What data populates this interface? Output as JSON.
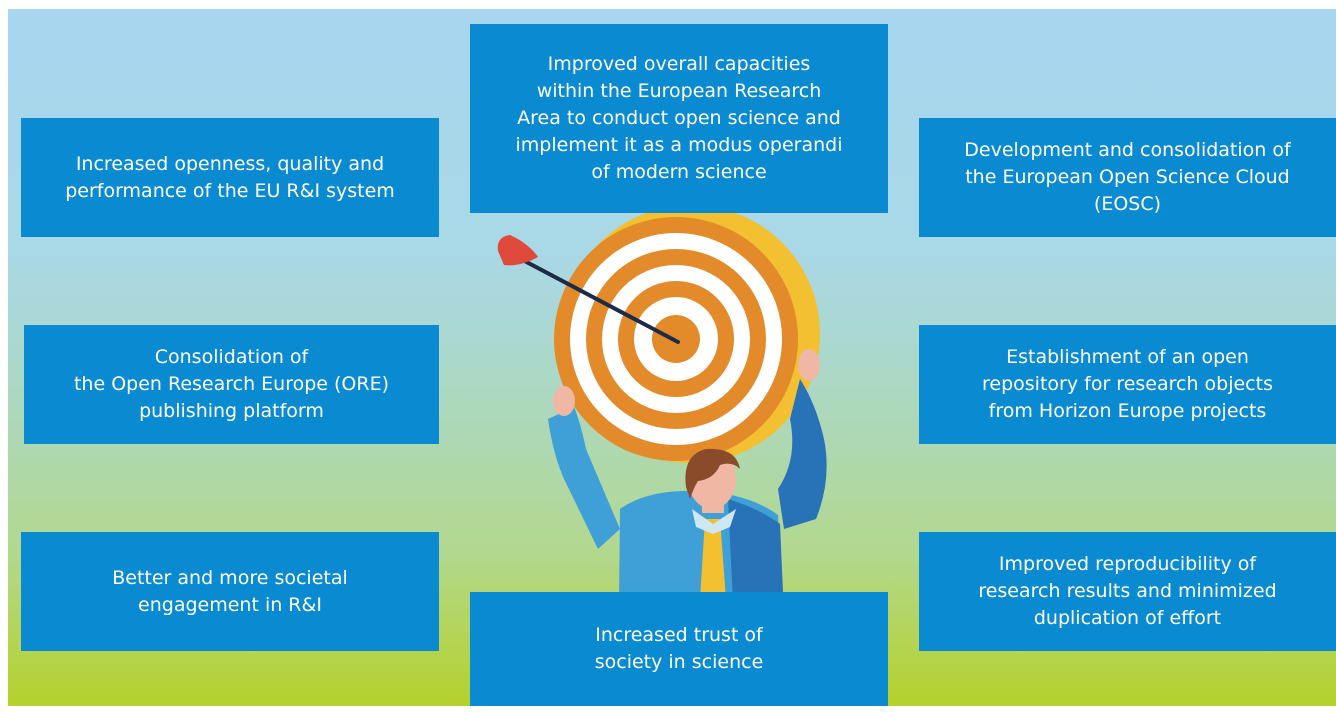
{
  "colors": {
    "box_fill": "#0a8ad0",
    "box_text": "#ffffff",
    "target_orange": "#e38b2a",
    "target_rim": "#f2c030"
  },
  "boxes": {
    "top_center": "Improved overall capacities\nwithin the European Research\nArea to conduct open science and\nimplement it as a modus operandi\nof modern science",
    "left_top": "Increased openness, quality and\nperformance of the EU R&I system",
    "right_top": "Development and consolidation of\nthe European Open Science Cloud\n(EOSC)",
    "left_mid": "Consolidation of\nthe Open Research Europe (ORE)\npublishing platform",
    "right_mid": "Establishment of an open\nrepository for research objects\nfrom Horizon Europe projects",
    "left_bottom": "Better and more societal\nengagement in R&I",
    "right_bottom": "Improved reproducibility of\nresearch results and minimized\nduplication of effort",
    "bottom_center": "Increased trust of\nsociety in science"
  }
}
